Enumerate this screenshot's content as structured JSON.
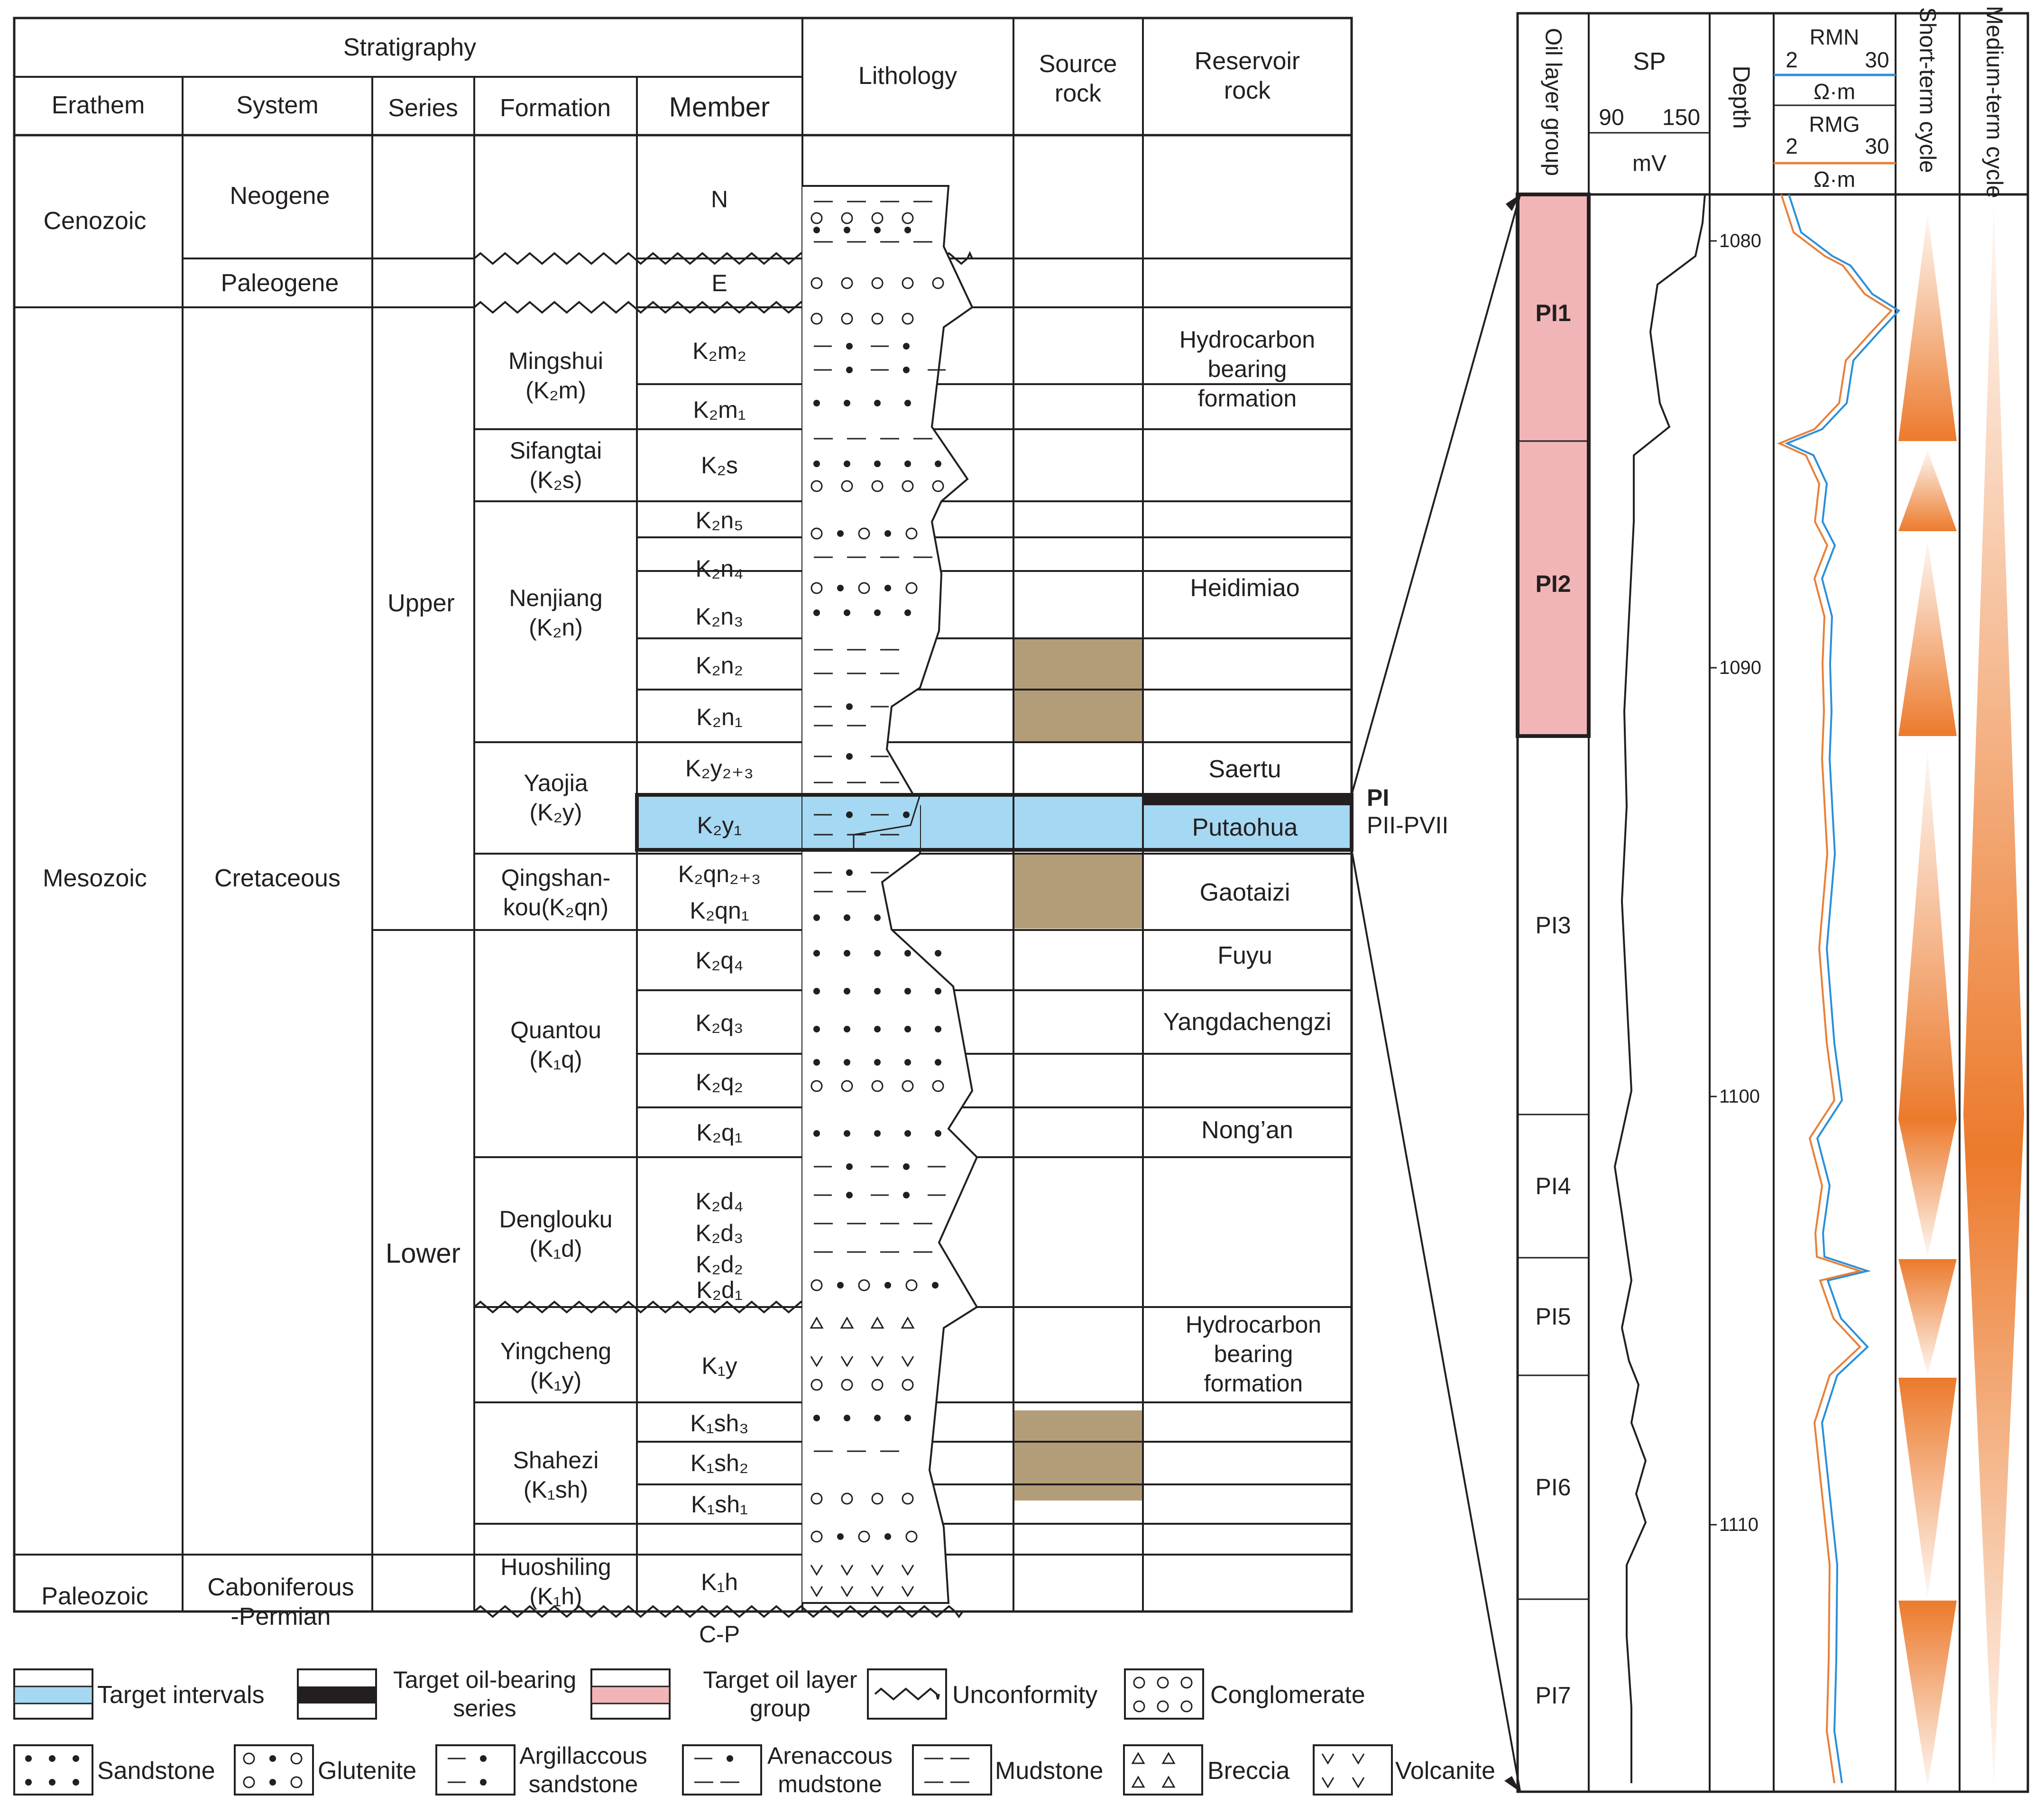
{
  "headers": {
    "stratigraphy": "Stratigraphy",
    "erathem": "Erathem",
    "system": "System",
    "series": "Series",
    "formation": "Formation",
    "member": "Member",
    "lithology": "Lithology",
    "source_rock": [
      "Source",
      "rock"
    ],
    "reservoir_rock": [
      "Reservoir",
      "rock"
    ]
  },
  "erathems": [
    "Cenozoic",
    "Mesozoic",
    "Paleozoic"
  ],
  "systems": [
    "Neogene",
    "Paleogene",
    "Cretaceous",
    [
      "Caboniferous",
      "-Permian"
    ]
  ],
  "series": [
    "Upper",
    "Lower"
  ],
  "formations": [
    [
      "Mingshui",
      "(K₂m)"
    ],
    [
      "Sifangtai",
      "(K₂s)"
    ],
    [
      "Nenjiang",
      "(K₂n)"
    ],
    [
      "Yaojia",
      "(K₂y)"
    ],
    [
      "Qingshan-",
      "kou(K₂qn)"
    ],
    [
      "Quantou",
      "(K₁q)"
    ],
    [
      "Denglouku",
      "(K₁d)"
    ],
    [
      "Yingcheng",
      "(K₁y)"
    ],
    [
      "Shahezi",
      "(K₁sh)"
    ],
    [
      "Huoshiling",
      "(K₁h)"
    ]
  ],
  "members": [
    "N",
    "E",
    "K₂m₂",
    "K₂m₁",
    "K₂s",
    "K₂n₅",
    "K₂n₄",
    "K₂n₃",
    "K₂n₂",
    "K₂n₁",
    "K₂y₂₊₃",
    "K₂y₁",
    "K₂qn₂₊₃",
    "K₂qn₁",
    "K₂q₄",
    "K₂q₃",
    "K₂q₂",
    "K₂q₁",
    "K₂d₄",
    "K₂d₃",
    "K₂d₂",
    "K₂d₁",
    "K₁y",
    "K₁sh₃",
    "K₁sh₂",
    "K₁sh₁",
    "K₁h",
    "C-P"
  ],
  "reservoirs": [
    [
      "Hydrocarbon",
      "bearing",
      "formation"
    ],
    "Heidimiao",
    "Saertu",
    "Putaohua",
    "Gaotaizi",
    "Fuyu",
    "Yangdachengzi",
    "Nong’an",
    [
      "Hydrocarbon",
      "bearing",
      "formation"
    ]
  ],
  "callout": {
    "main": "PI",
    "sub": "PII-PVII"
  },
  "log_headers": {
    "oil_layer_group": "Oil layer group",
    "sp": "SP",
    "sp_min": "90",
    "sp_max": "150",
    "sp_unit": "mV",
    "depth": "Depth",
    "rmn": "RMN",
    "rmg": "RMG",
    "res_min": "2",
    "res_max": "30",
    "res_unit": "Ω·m",
    "short_term": "Short-term cycle",
    "medium_term": "Medium-term cycle"
  },
  "depth_ticks": [
    "1080",
    "1090",
    "1100",
    "1110"
  ],
  "oil_groups": [
    "PI1",
    "PI2",
    "PI3",
    "PI4",
    "PI5",
    "PI6",
    "PI7"
  ],
  "legend": [
    "Target intervals",
    [
      "Target oil-bearing",
      "series"
    ],
    [
      "Target oil layer",
      "group"
    ],
    "Unconformity",
    "Conglomerate",
    "Sandstone",
    "Glutenite",
    [
      "Argillaccous",
      "sandstone"
    ],
    [
      "Arenaccous",
      "mudstone"
    ],
    "Mudstone",
    "Breccia",
    "Volcanite"
  ],
  "colors": {
    "target_interval": "#a5d8f2",
    "target_series": "#231f20",
    "oil_layer_group": "#f2b5b7",
    "source_rock": "#b39d78",
    "rmn_curve": "#2b8fd8",
    "rmg_curve": "#e8803a",
    "cycle": "#ec7a2c"
  }
}
